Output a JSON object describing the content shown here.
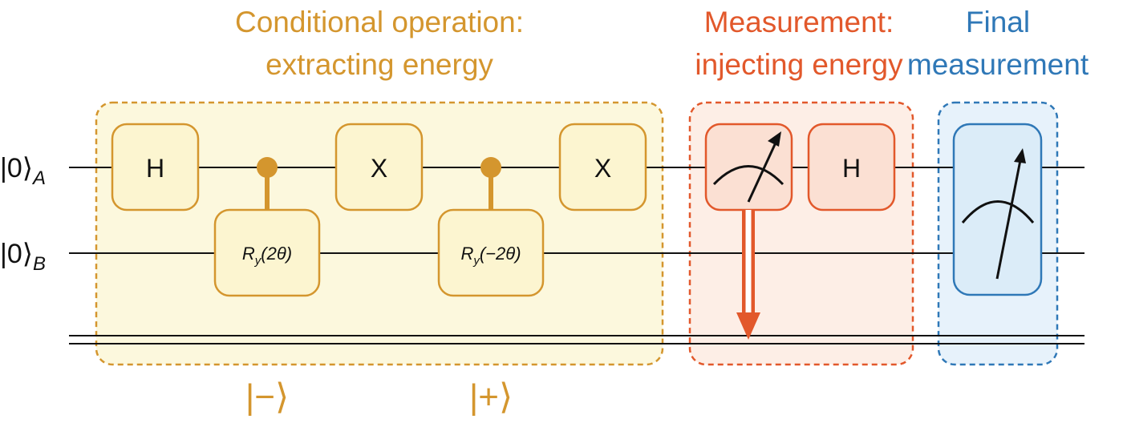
{
  "colors": {
    "gold": "#d4962e",
    "gold_fill": "#fcf8dd",
    "gate_fill_gold": "#fcf5d0",
    "orange": "#e2582b",
    "orange_fill": "#fdeee6",
    "gate_fill_orange": "#fbe0d3",
    "blue": "#2f78b7",
    "blue_fill": "#e7f2fb",
    "gate_fill_blue": "#dbecf8",
    "wire": "#111111"
  },
  "sections": {
    "conditional": {
      "title_line1": "Conditional operation:",
      "title_line2": "extracting energy"
    },
    "measurement": {
      "title_line1": "Measurement:",
      "title_line2": "injecting energy"
    },
    "final": {
      "title_line1": "Final",
      "title_line2": "measurement"
    }
  },
  "qubits": {
    "a": {
      "ket": "|0⟩",
      "sub": "A"
    },
    "b": {
      "ket": "|0⟩",
      "sub": "B"
    }
  },
  "gates": {
    "h1": "H",
    "ry1": {
      "base": "R",
      "sub": "y",
      "arg": "(2θ)"
    },
    "x1": "X",
    "ry2": {
      "base": "R",
      "sub": "y",
      "arg": "(−2θ)"
    },
    "x2": "X",
    "h2": "H"
  },
  "states": {
    "minus": "|−⟩",
    "plus": "|+⟩"
  }
}
